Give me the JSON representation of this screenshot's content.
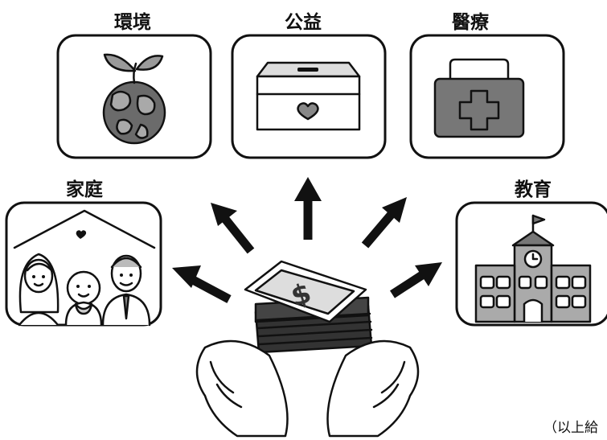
{
  "categories": [
    {
      "key": "environment",
      "label": "環境",
      "icon": "earth-sprout-icon"
    },
    {
      "key": "public_welfare",
      "label": "公益",
      "icon": "donation-box-icon"
    },
    {
      "key": "medical",
      "label": "醫療",
      "icon": "first-aid-kit-icon"
    },
    {
      "key": "family",
      "label": "家庭",
      "icon": "family-house-icon"
    },
    {
      "key": "education",
      "label": "教育",
      "icon": "school-building-icon"
    }
  ],
  "center": {
    "icon": "money-stack-icon",
    "hands_icon": "open-hands-icon"
  },
  "caption": "（以上給"
}
